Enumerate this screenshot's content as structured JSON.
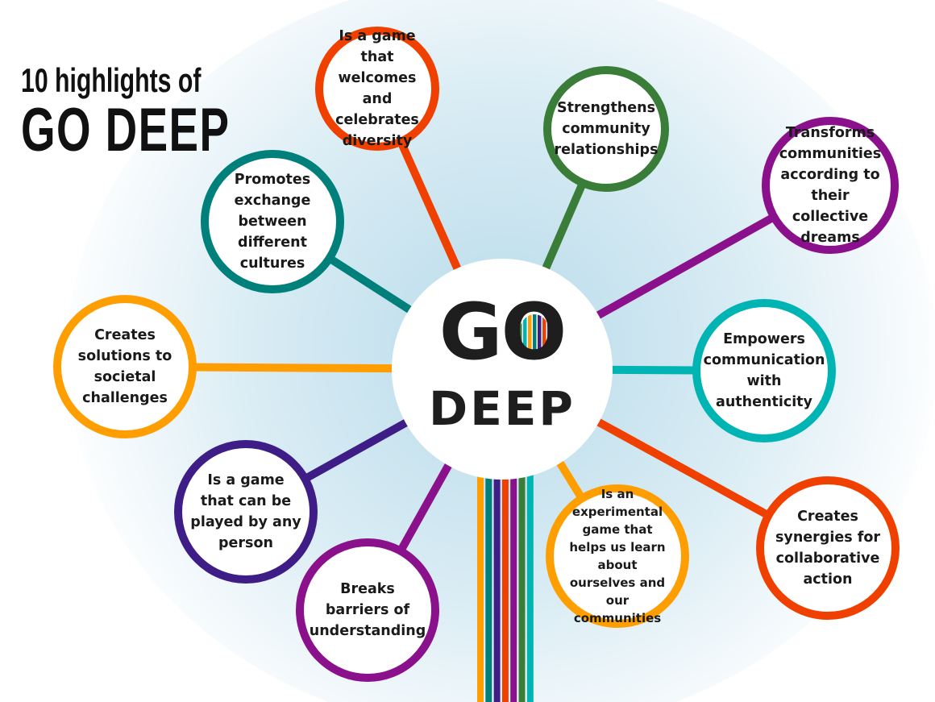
{
  "title": {
    "line1": "10 highlights of",
    "line2": "GO DEEP"
  },
  "logo": {
    "word1": "GO",
    "word2": "DEEP"
  },
  "stripe_colors": [
    "#FF9E00",
    "#00807A",
    "#3F1D86",
    "#F04000",
    "#8B108C",
    "#3A7D38",
    "#00B4B4"
  ],
  "highlights": [
    {
      "text": "Is a game that welcomes and celebrates diversity",
      "color": "#F04000"
    },
    {
      "text": "Strengthens community relationships",
      "color": "#3A7D38"
    },
    {
      "text": "Transforms communities according to their collective dreams",
      "color": "#8B108C"
    },
    {
      "text": "Empowers communication with authenticity",
      "color": "#00B4B4"
    },
    {
      "text": "Creates synergies for collaborative action",
      "color": "#F04000"
    },
    {
      "text": "Is an experimental game that helps us learn about ourselves and our communities",
      "color": "#FF9E00"
    },
    {
      "text": "Breaks barriers of understanding",
      "color": "#8B108C"
    },
    {
      "text": "Is a game that can be played by any person",
      "color": "#3F1D86"
    },
    {
      "text": "Creates solutions to societal challenges",
      "color": "#FF9E00"
    },
    {
      "text": "Promotes exchange between different cultures",
      "color": "#00807A"
    }
  ]
}
